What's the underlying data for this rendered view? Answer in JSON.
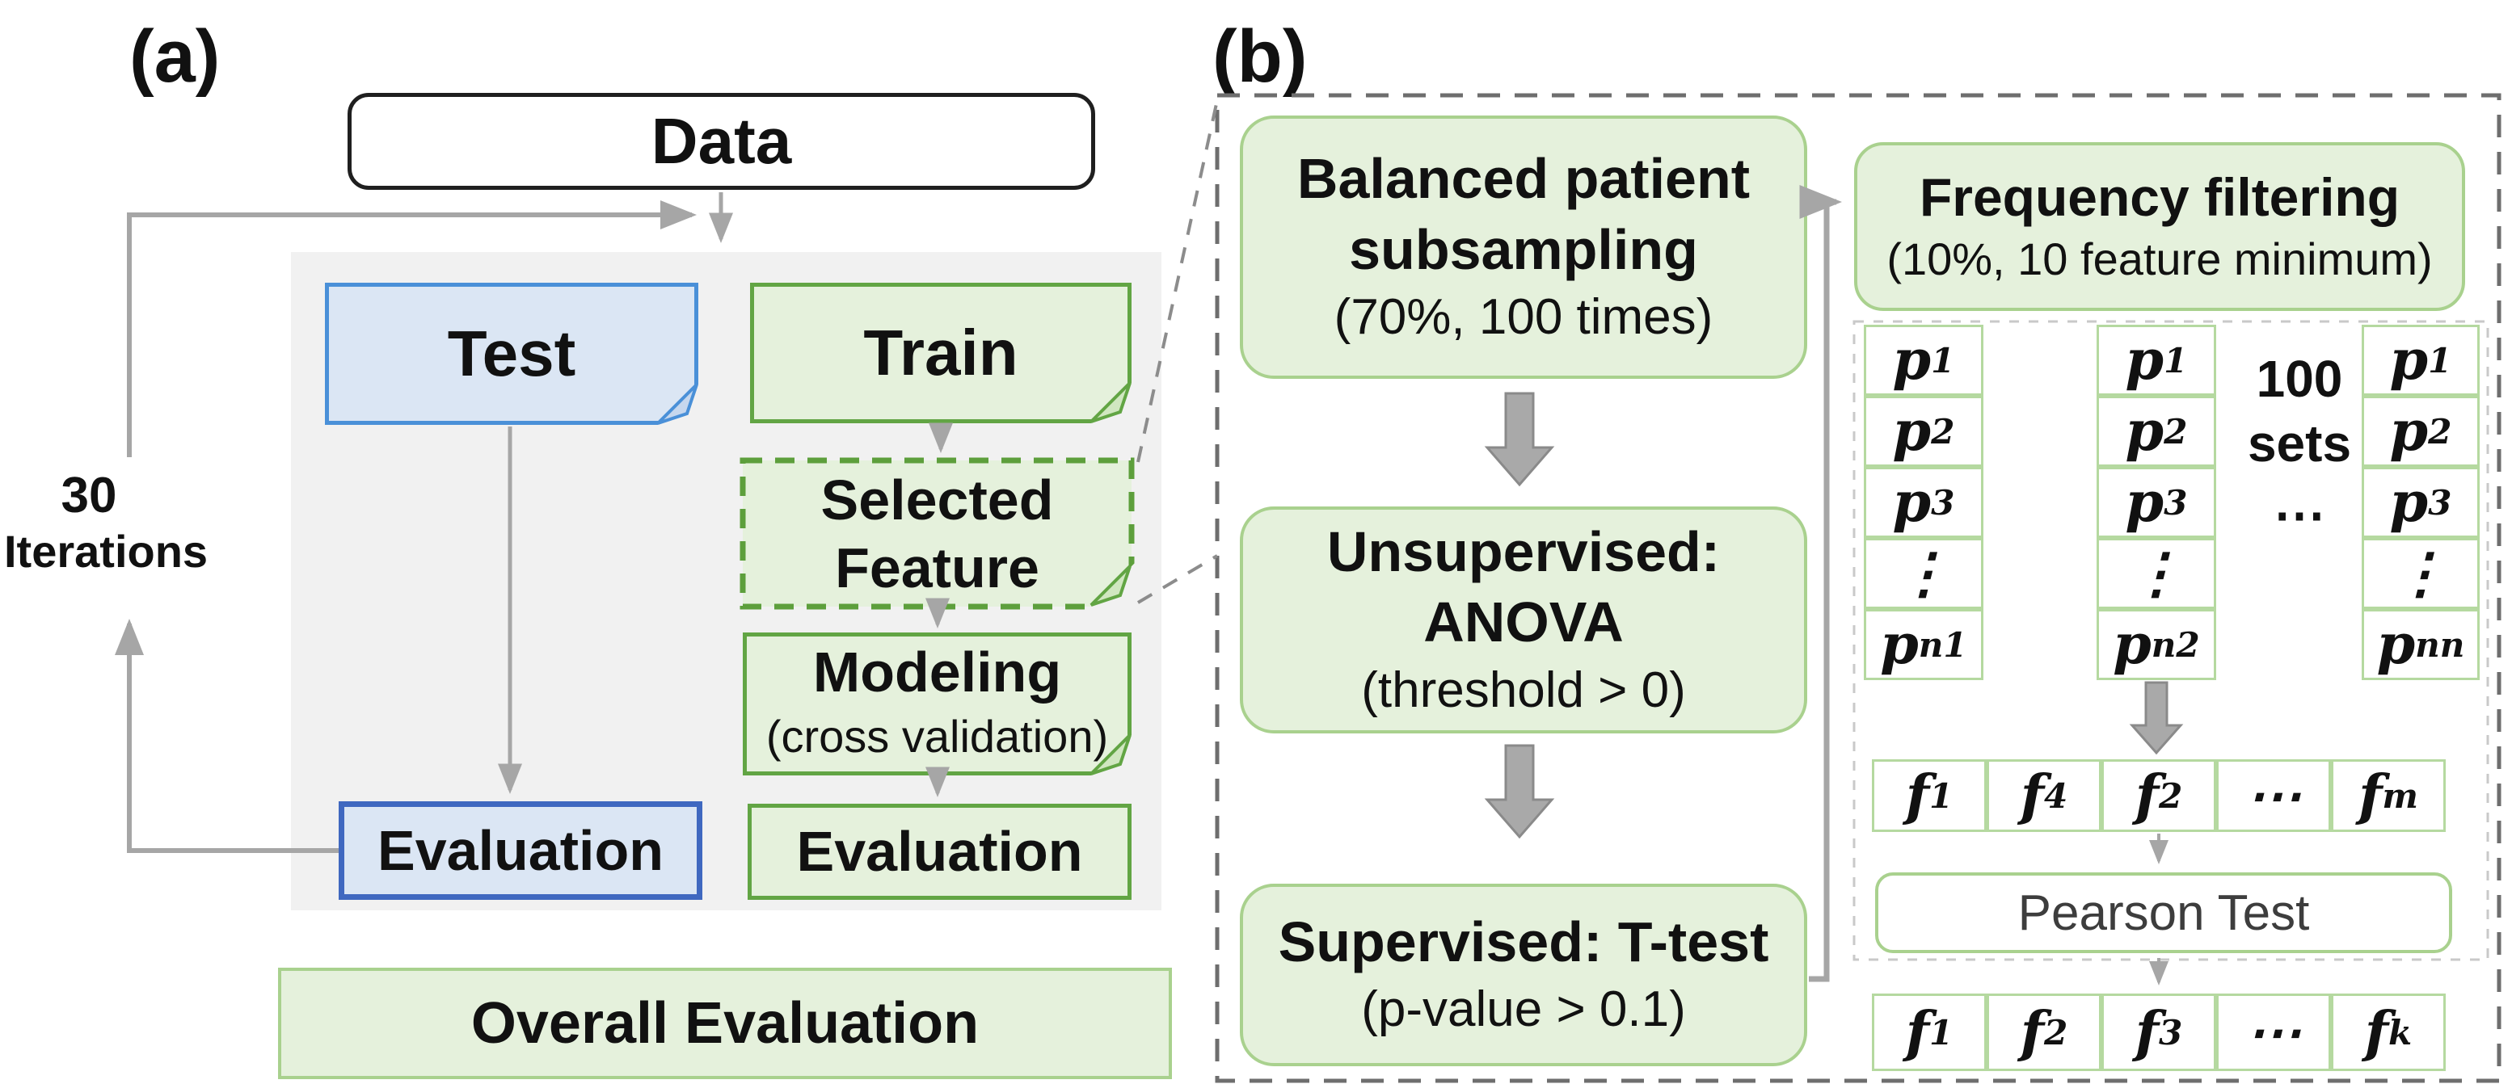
{
  "colors": {
    "green_fill": "#e5f1dc",
    "green_border_strong": "#62a544",
    "green_border_soft": "#a9d18e",
    "blue_fill": "#dbe6f4",
    "blue_border": "#4a90d8",
    "blue_border_dark": "#3f68c0",
    "arrow_gray": "#a6a6a6",
    "gray_region_bg": "#f1f1f1",
    "dash_border_gray": "#6e6e6e"
  },
  "panel_a": {
    "label": "(a)",
    "data_box": "Data",
    "loop_label_line1": "30",
    "loop_label_line2": "Iterations",
    "test_box": "Test",
    "train_box": "Train",
    "selected_feature_line1": "Selected",
    "selected_feature_line2": "Feature",
    "modeling_title": "Modeling",
    "modeling_subtitle": "(cross validation)",
    "evaluation_left": "Evaluation",
    "evaluation_right": "Evaluation",
    "overall_evaluation": "Overall Evaluation"
  },
  "panel_b": {
    "label": "(b)",
    "subsampling_title1": "Balanced patient",
    "subsampling_title2": "subsampling",
    "subsampling_subtitle": "(70%, 100 times)",
    "anova_title1": "Unsupervised:",
    "anova_title2": "ANOVA",
    "anova_subtitle": "(threshold > 0)",
    "ttest_title": "Supervised: T-test",
    "ttest_subtitle": "(p-value > 0.1)",
    "frequency_title": "Frequency filtering",
    "frequency_subtitle": "(10%, 10 feature minimum)",
    "sets_line1": "100",
    "sets_line2": "sets",
    "sets_line3": "⋯",
    "patient_columns": [
      {
        "cells": [
          {
            "b": "p",
            "s": "1"
          },
          {
            "b": "p",
            "s": "2"
          },
          {
            "b": "p",
            "s": "3"
          },
          {
            "b": "⋮",
            "s": ""
          },
          {
            "b": "p",
            "s": "n1"
          }
        ]
      },
      {
        "cells": [
          {
            "b": "p",
            "s": "1"
          },
          {
            "b": "p",
            "s": "2"
          },
          {
            "b": "p",
            "s": "3"
          },
          {
            "b": "⋮",
            "s": ""
          },
          {
            "b": "p",
            "s": "n2"
          }
        ]
      },
      {
        "cells": [
          {
            "b": "p",
            "s": "1"
          },
          {
            "b": "p",
            "s": "2"
          },
          {
            "b": "p",
            "s": "3"
          },
          {
            "b": "⋮",
            "s": ""
          },
          {
            "b": "p",
            "s": "nn"
          }
        ]
      }
    ],
    "feature_row_top": [
      {
        "b": "f",
        "s": "1"
      },
      {
        "b": "f",
        "s": "4"
      },
      {
        "b": "f",
        "s": "2"
      },
      {
        "b": "⋯",
        "s": ""
      },
      {
        "b": "f",
        "s": "m"
      }
    ],
    "pearson_box": "Pearson Test",
    "feature_row_bottom": [
      {
        "b": "f",
        "s": "1"
      },
      {
        "b": "f",
        "s": "2"
      },
      {
        "b": "f",
        "s": "3"
      },
      {
        "b": "⋯",
        "s": ""
      },
      {
        "b": "f",
        "s": "k"
      }
    ]
  }
}
